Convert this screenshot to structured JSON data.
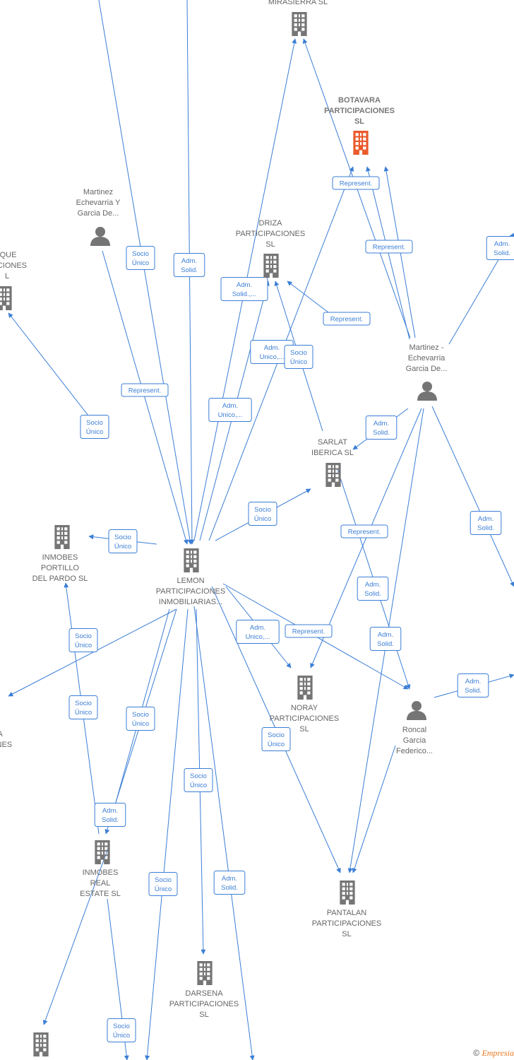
{
  "colors": {
    "edge": "#3b7ed6",
    "company": "#757575",
    "highlight": "#ea5a2b",
    "person": "#757575"
  },
  "nodes": [
    {
      "id": "mirasierra",
      "type": "company",
      "lines": [
        "MIRASIERRA  SL"
      ]
    },
    {
      "id": "botavara",
      "type": "company-highlight",
      "lines": [
        "BOTAVARA",
        "PARTICIPACIONES",
        "SL"
      ]
    },
    {
      "id": "martinez_y",
      "type": "person",
      "lines": [
        "Martinez",
        "Echevarria Y",
        "Garcia De..."
      ]
    },
    {
      "id": "driza",
      "type": "company",
      "lines": [
        "DRIZA",
        "PARTICIPACIONES",
        "SL"
      ]
    },
    {
      "id": "ique",
      "type": "company",
      "lines": [
        "IQUE",
        "PACIONES",
        "L"
      ]
    },
    {
      "id": "martinez_dash",
      "type": "person",
      "lines": [
        "Martinez -",
        "Echevarria",
        "Garcia De..."
      ]
    },
    {
      "id": "sarlat",
      "type": "company",
      "lines": [
        "SARLAT",
        "IBERICA  SL"
      ]
    },
    {
      "id": "inmobes_portillo",
      "type": "company",
      "lines": [
        "INMOBES",
        "PORTILLO",
        "DEL PARDO  SL"
      ]
    },
    {
      "id": "lemon",
      "type": "company",
      "lines": [
        "LEMON",
        "PARTICIPACIONES",
        "INMOBILIARIAS..."
      ]
    },
    {
      "id": "noray",
      "type": "company",
      "lines": [
        "NORAY",
        "PARTICIPACIONES",
        "SL"
      ]
    },
    {
      "id": "roncal",
      "type": "person",
      "lines": [
        "Roncal",
        "Garcia",
        "Federico..."
      ]
    },
    {
      "id": "left_a",
      "type": "company",
      "lines": [
        "A",
        "IONES"
      ]
    },
    {
      "id": "inmobes_real",
      "type": "company",
      "lines": [
        "INMOBES",
        "REAL",
        "ESTATE  SL"
      ]
    },
    {
      "id": "pantalan",
      "type": "company",
      "lines": [
        "PANTALAN",
        "PARTICIPACIONES",
        "SL"
      ]
    },
    {
      "id": "darsena",
      "type": "company",
      "lines": [
        "DARSENA",
        "PARTICIPACIONES",
        "SL"
      ]
    },
    {
      "id": "bottom_left",
      "type": "company",
      "lines": []
    }
  ],
  "edge_labels": [
    [
      "Represent."
    ],
    [
      "Socio",
      "Único"
    ],
    [
      "Adm.",
      "Solid."
    ],
    [
      "Adm.",
      "Solid.,..."
    ],
    [
      "Represent."
    ],
    [
      "Adm.",
      "Solid."
    ],
    [
      "Represent."
    ],
    [
      "Adm.",
      "Unico,..."
    ],
    [
      "Socio",
      "Único"
    ],
    [
      "Represent."
    ],
    [
      "Socio",
      "Único"
    ],
    [
      "Adm.",
      "Unico,..."
    ],
    [
      "Adm.",
      "Solid."
    ],
    [
      "Socio",
      "Único"
    ],
    [
      "Socio",
      "Único"
    ],
    [
      "Represent."
    ],
    [
      "Adm.",
      "Solid."
    ],
    [
      "Adm.",
      "Solid."
    ],
    [
      "Adm.",
      "Unico,..."
    ],
    [
      "Represent."
    ],
    [
      "Adm.",
      "Solid."
    ],
    [
      "Socio",
      "Único"
    ],
    [
      "Adm.",
      "Solid."
    ],
    [
      "Socio",
      "Único"
    ],
    [
      "Socio",
      "Único"
    ],
    [
      "Socio",
      "Único"
    ],
    [
      "Socio",
      "Único"
    ],
    [
      "Adm.",
      "Solid."
    ],
    [
      "Socio",
      "Único"
    ],
    [
      "Adm.",
      "Solid."
    ],
    [
      "Socio",
      "Único"
    ],
    [
      "Socio",
      "Único"
    ]
  ],
  "footer": {
    "copyright": "©",
    "brand": "Empresia"
  }
}
